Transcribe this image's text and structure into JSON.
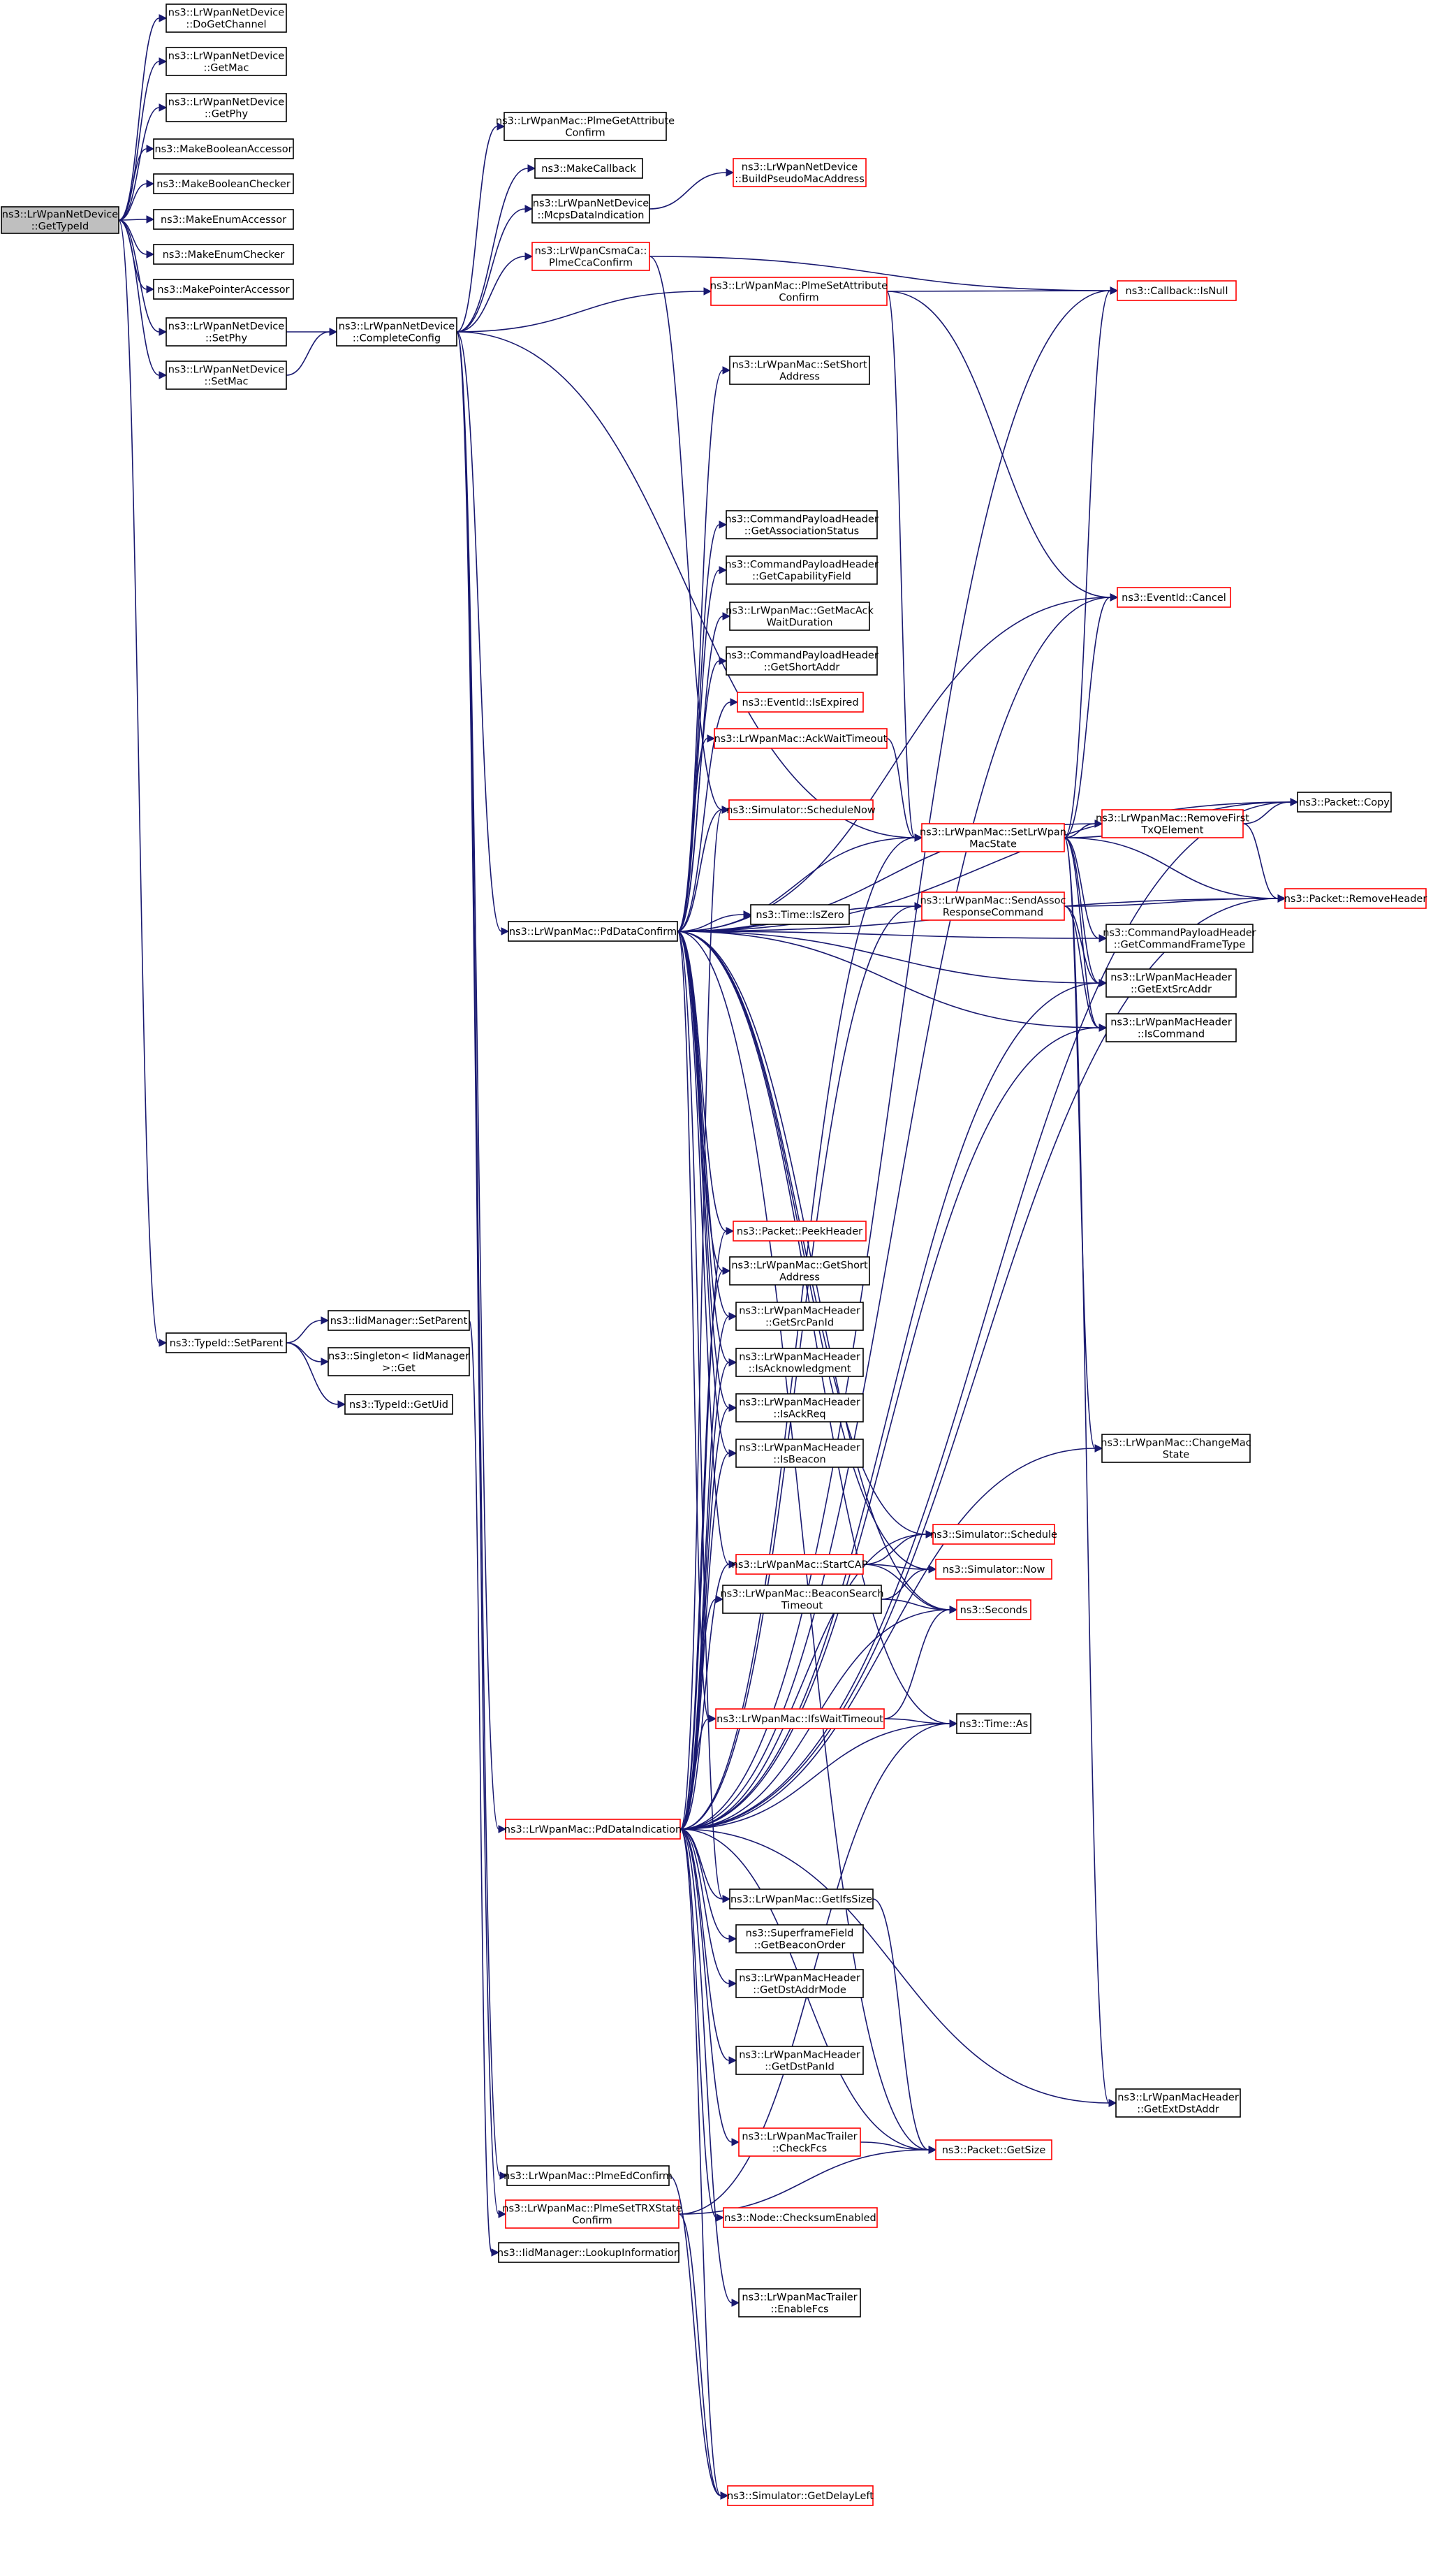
{
  "colors": {
    "edge": "#191970",
    "node_border_normal": "#000000",
    "node_border_truncated": "#ff0000",
    "node_fill": "#ffffff",
    "root_fill": "#bfbfbf"
  },
  "nodes": [
    {
      "id": "root",
      "lines": [
        "ns3::LrWpanNetDevice",
        "::GetTypeId"
      ],
      "style": "root"
    },
    {
      "id": "doGetChannel",
      "lines": [
        "ns3::LrWpanNetDevice",
        "::DoGetChannel"
      ],
      "style": "normal"
    },
    {
      "id": "getMac",
      "lines": [
        "ns3::LrWpanNetDevice",
        "::GetMac"
      ],
      "style": "normal"
    },
    {
      "id": "getPhy",
      "lines": [
        "ns3::LrWpanNetDevice",
        "::GetPhy"
      ],
      "style": "normal"
    },
    {
      "id": "makeBoolAcc",
      "lines": [
        "ns3::MakeBooleanAccessor"
      ],
      "style": "normal"
    },
    {
      "id": "makeBoolChk",
      "lines": [
        "ns3::MakeBooleanChecker"
      ],
      "style": "normal"
    },
    {
      "id": "makeEnumAcc",
      "lines": [
        "ns3::MakeEnumAccessor"
      ],
      "style": "normal"
    },
    {
      "id": "makeEnumChk",
      "lines": [
        "ns3::MakeEnumChecker"
      ],
      "style": "normal"
    },
    {
      "id": "makePtrAcc",
      "lines": [
        "ns3::MakePointerAccessor"
      ],
      "style": "normal"
    },
    {
      "id": "setPhy",
      "lines": [
        "ns3::LrWpanNetDevice",
        "::SetPhy"
      ],
      "style": "normal"
    },
    {
      "id": "setMac",
      "lines": [
        "ns3::LrWpanNetDevice",
        "::SetMac"
      ],
      "style": "normal"
    },
    {
      "id": "typeIdSetParent",
      "lines": [
        "ns3::TypeId::SetParent"
      ],
      "style": "normal"
    },
    {
      "id": "iidSetParent",
      "lines": [
        "ns3::IidManager::SetParent"
      ],
      "style": "normal"
    },
    {
      "id": "singletonGet",
      "lines": [
        "ns3::Singleton< IidManager",
        " >::Get"
      ],
      "style": "normal"
    },
    {
      "id": "typeIdGetUid",
      "lines": [
        "ns3::TypeId::GetUid"
      ],
      "style": "normal"
    },
    {
      "id": "completeConfig",
      "lines": [
        "ns3::LrWpanNetDevice",
        "::CompleteConfig"
      ],
      "style": "normal"
    },
    {
      "id": "plmeGetAttrConfirm",
      "lines": [
        "ns3::LrWpanMac::PlmeGetAttribute",
        "Confirm"
      ],
      "style": "normal"
    },
    {
      "id": "makeCallback",
      "lines": [
        "ns3::MakeCallback"
      ],
      "style": "normal"
    },
    {
      "id": "mcpsDataIndication",
      "lines": [
        "ns3::LrWpanNetDevice",
        "::McpsDataIndication"
      ],
      "style": "normal"
    },
    {
      "id": "buildPseudoMac",
      "lines": [
        "ns3::LrWpanNetDevice",
        "::BuildPseudoMacAddress"
      ],
      "style": "truncated"
    },
    {
      "id": "plmeCcaConfirm",
      "lines": [
        "ns3::LrWpanCsmaCa::",
        "PlmeCcaConfirm"
      ],
      "style": "truncated"
    },
    {
      "id": "plmeSetAttrConfirm",
      "lines": [
        "ns3::LrWpanMac::PlmeSetAttribute",
        "Confirm"
      ],
      "style": "truncated"
    },
    {
      "id": "callbackIsNull",
      "lines": [
        "ns3::Callback::IsNull"
      ],
      "style": "truncated"
    },
    {
      "id": "setShortAddress",
      "lines": [
        "ns3::LrWpanMac::SetShort",
        "Address"
      ],
      "style": "normal"
    },
    {
      "id": "getAssocStatus",
      "lines": [
        "ns3::CommandPayloadHeader",
        "::GetAssociationStatus"
      ],
      "style": "normal"
    },
    {
      "id": "getCapField",
      "lines": [
        "ns3::CommandPayloadHeader",
        "::GetCapabilityField"
      ],
      "style": "normal"
    },
    {
      "id": "getMacAckWait",
      "lines": [
        "ns3::LrWpanMac::GetMacAck",
        "WaitDuration"
      ],
      "style": "normal"
    },
    {
      "id": "getShortAddr",
      "lines": [
        "ns3::CommandPayloadHeader",
        "::GetShortAddr"
      ],
      "style": "normal"
    },
    {
      "id": "eventIsExpired",
      "lines": [
        "ns3::EventId::IsExpired"
      ],
      "style": "truncated"
    },
    {
      "id": "ackWaitTimeout",
      "lines": [
        "ns3::LrWpanMac::AckWaitTimeout"
      ],
      "style": "truncated"
    },
    {
      "id": "scheduleNow",
      "lines": [
        "ns3::Simulator::ScheduleNow"
      ],
      "style": "truncated"
    },
    {
      "id": "timeIsZero",
      "lines": [
        "ns3::Time::IsZero"
      ],
      "style": "normal"
    },
    {
      "id": "eventCancel",
      "lines": [
        "ns3::EventId::Cancel"
      ],
      "style": "truncated"
    },
    {
      "id": "setLrWpanMacState",
      "lines": [
        "ns3::LrWpanMac::SetLrWpan",
        "MacState"
      ],
      "style": "truncated"
    },
    {
      "id": "removeFirstTxQ",
      "lines": [
        "ns3::LrWpanMac::RemoveFirst",
        "TxQElement"
      ],
      "style": "truncated"
    },
    {
      "id": "packetCopy",
      "lines": [
        "ns3::Packet::Copy"
      ],
      "style": "normal"
    },
    {
      "id": "sendAssocResp",
      "lines": [
        "ns3::LrWpanMac::SendAssoc",
        "ResponseCommand"
      ],
      "style": "truncated"
    },
    {
      "id": "removeHeader",
      "lines": [
        "ns3::Packet::RemoveHeader"
      ],
      "style": "truncated"
    },
    {
      "id": "getCmdFrameType",
      "lines": [
        "ns3::CommandPayloadHeader",
        "::GetCommandFrameType"
      ],
      "style": "normal"
    },
    {
      "id": "getExtSrcAddr",
      "lines": [
        "ns3::LrWpanMacHeader",
        "::GetExtSrcAddr"
      ],
      "style": "normal"
    },
    {
      "id": "isCommand",
      "lines": [
        "ns3::LrWpanMacHeader",
        "::IsCommand"
      ],
      "style": "normal"
    },
    {
      "id": "pdDataConfirm",
      "lines": [
        "ns3::LrWpanMac::PdDataConfirm"
      ],
      "style": "normal"
    },
    {
      "id": "peekHeader",
      "lines": [
        "ns3::Packet::PeekHeader"
      ],
      "style": "truncated"
    },
    {
      "id": "macGetShortAddress",
      "lines": [
        "ns3::LrWpanMac::GetShort",
        "Address"
      ],
      "style": "normal"
    },
    {
      "id": "getSrcPanId",
      "lines": [
        "ns3::LrWpanMacHeader",
        "::GetSrcPanId"
      ],
      "style": "normal"
    },
    {
      "id": "isAck",
      "lines": [
        "ns3::LrWpanMacHeader",
        "::IsAcknowledgment"
      ],
      "style": "normal"
    },
    {
      "id": "isAckReq",
      "lines": [
        "ns3::LrWpanMacHeader",
        "::IsAckReq"
      ],
      "style": "normal"
    },
    {
      "id": "isBeacon",
      "lines": [
        "ns3::LrWpanMacHeader",
        "::IsBeacon"
      ],
      "style": "normal"
    },
    {
      "id": "changeMacState",
      "lines": [
        "ns3::LrWpanMac::ChangeMac",
        "State"
      ],
      "style": "normal"
    },
    {
      "id": "simSchedule",
      "lines": [
        "ns3::Simulator::Schedule"
      ],
      "style": "truncated"
    },
    {
      "id": "startCap",
      "lines": [
        "ns3::LrWpanMac::StartCAP"
      ],
      "style": "truncated"
    },
    {
      "id": "simNow",
      "lines": [
        "ns3::Simulator::Now"
      ],
      "style": "truncated"
    },
    {
      "id": "beaconSearchTimeout",
      "lines": [
        "ns3::LrWpanMac::BeaconSearch",
        "Timeout"
      ],
      "style": "normal"
    },
    {
      "id": "seconds",
      "lines": [
        "ns3::Seconds"
      ],
      "style": "truncated"
    },
    {
      "id": "ifsWaitTimeout",
      "lines": [
        "ns3::LrWpanMac::IfsWaitTimeout"
      ],
      "style": "truncated"
    },
    {
      "id": "timeAs",
      "lines": [
        "ns3::Time::As"
      ],
      "style": "normal"
    },
    {
      "id": "pdDataIndication",
      "lines": [
        "ns3::LrWpanMac::PdDataIndication"
      ],
      "style": "truncated"
    },
    {
      "id": "getIfsSize",
      "lines": [
        "ns3::LrWpanMac::GetIfsSize"
      ],
      "style": "normal"
    },
    {
      "id": "getBeaconOrder",
      "lines": [
        "ns3::SuperframeField",
        "::GetBeaconOrder"
      ],
      "style": "normal"
    },
    {
      "id": "getDstAddrMode",
      "lines": [
        "ns3::LrWpanMacHeader",
        "::GetDstAddrMode"
      ],
      "style": "normal"
    },
    {
      "id": "getDstPanId",
      "lines": [
        "ns3::LrWpanMacHeader",
        "::GetDstPanId"
      ],
      "style": "normal"
    },
    {
      "id": "getExtDstAddr",
      "lines": [
        "ns3::LrWpanMacHeader",
        "::GetExtDstAddr"
      ],
      "style": "normal"
    },
    {
      "id": "checkFcs",
      "lines": [
        "ns3::LrWpanMacTrailer",
        "::CheckFcs"
      ],
      "style": "truncated"
    },
    {
      "id": "packetGetSize",
      "lines": [
        "ns3::Packet::GetSize"
      ],
      "style": "truncated"
    },
    {
      "id": "checksumEnabled",
      "lines": [
        "ns3::Node::ChecksumEnabled"
      ],
      "style": "truncated"
    },
    {
      "id": "plmeEdConfirm",
      "lines": [
        "ns3::LrWpanMac::PlmeEdConfirm"
      ],
      "style": "normal"
    },
    {
      "id": "plmeSetTrxConfirm",
      "lines": [
        "ns3::LrWpanMac::PlmeSetTRXState",
        "Confirm"
      ],
      "style": "truncated"
    },
    {
      "id": "lookupInformation",
      "lines": [
        "ns3::IidManager::LookupInformation"
      ],
      "style": "normal"
    },
    {
      "id": "enableFcs",
      "lines": [
        "ns3::LrWpanMacTrailer",
        "::EnableFcs"
      ],
      "style": "normal"
    },
    {
      "id": "getDelayLeft",
      "lines": [
        "ns3::Simulator::GetDelayLeft"
      ],
      "style": "truncated"
    }
  ],
  "edges": [
    [
      "root",
      "doGetChannel"
    ],
    [
      "root",
      "getMac"
    ],
    [
      "root",
      "getPhy"
    ],
    [
      "root",
      "makeBoolAcc"
    ],
    [
      "root",
      "makeBoolChk"
    ],
    [
      "root",
      "makeEnumAcc"
    ],
    [
      "root",
      "makeEnumChk"
    ],
    [
      "root",
      "makePtrAcc"
    ],
    [
      "root",
      "setPhy"
    ],
    [
      "root",
      "setMac"
    ],
    [
      "root",
      "typeIdSetParent"
    ],
    [
      "setPhy",
      "completeConfig"
    ],
    [
      "setMac",
      "completeConfig"
    ],
    [
      "typeIdSetParent",
      "iidSetParent"
    ],
    [
      "typeIdSetParent",
      "singletonGet"
    ],
    [
      "typeIdSetParent",
      "typeIdGetUid"
    ],
    [
      "iidSetParent",
      "lookupInformation"
    ],
    [
      "completeConfig",
      "plmeGetAttrConfirm"
    ],
    [
      "completeConfig",
      "makeCallback"
    ],
    [
      "completeConfig",
      "mcpsDataIndication"
    ],
    [
      "completeConfig",
      "plmeCcaConfirm"
    ],
    [
      "completeConfig",
      "plmeSetAttrConfirm"
    ],
    [
      "completeConfig",
      "pdDataConfirm"
    ],
    [
      "completeConfig",
      "pdDataIndication"
    ],
    [
      "completeConfig",
      "plmeEdConfirm"
    ],
    [
      "completeConfig",
      "plmeSetTrxConfirm"
    ],
    [
      "completeConfig",
      "setLrWpanMacState"
    ],
    [
      "mcpsDataIndication",
      "buildPseudoMac"
    ],
    [
      "plmeCcaConfirm",
      "callbackIsNull"
    ],
    [
      "plmeCcaConfirm",
      "scheduleNow"
    ],
    [
      "plmeSetAttrConfirm",
      "callbackIsNull"
    ],
    [
      "plmeSetAttrConfirm",
      "eventCancel"
    ],
    [
      "plmeSetAttrConfirm",
      "setLrWpanMacState"
    ],
    [
      "ackWaitTimeout",
      "setLrWpanMacState"
    ],
    [
      "setLrWpanMacState",
      "callbackIsNull"
    ],
    [
      "setLrWpanMacState",
      "eventCancel"
    ],
    [
      "setLrWpanMacState",
      "removeFirstTxQ"
    ],
    [
      "setLrWpanMacState",
      "packetCopy"
    ],
    [
      "setLrWpanMacState",
      "removeHeader"
    ],
    [
      "setLrWpanMacState",
      "getCmdFrameType"
    ],
    [
      "setLrWpanMacState",
      "getExtSrcAddr"
    ],
    [
      "setLrWpanMacState",
      "isCommand"
    ],
    [
      "setLrWpanMacState",
      "changeMacState"
    ],
    [
      "setLrWpanMacState",
      "getExtDstAddr"
    ],
    [
      "removeFirstTxQ",
      "packetCopy"
    ],
    [
      "removeFirstTxQ",
      "removeHeader"
    ],
    [
      "sendAssocResp",
      "removeHeader"
    ],
    [
      "sendAssocResp",
      "getExtSrcAddr"
    ],
    [
      "sendAssocResp",
      "isCommand"
    ],
    [
      "pdDataConfirm",
      "setShortAddress"
    ],
    [
      "pdDataConfirm",
      "getAssocStatus"
    ],
    [
      "pdDataConfirm",
      "getCapField"
    ],
    [
      "pdDataConfirm",
      "getMacAckWait"
    ],
    [
      "pdDataConfirm",
      "getShortAddr"
    ],
    [
      "pdDataConfirm",
      "eventIsExpired"
    ],
    [
      "pdDataConfirm",
      "ackWaitTimeout"
    ],
    [
      "pdDataConfirm",
      "scheduleNow"
    ],
    [
      "pdDataConfirm",
      "timeIsZero"
    ],
    [
      "pdDataConfirm",
      "eventCancel"
    ],
    [
      "pdDataConfirm",
      "setLrWpanMacState"
    ],
    [
      "pdDataConfirm",
      "removeFirstTxQ"
    ],
    [
      "pdDataConfirm",
      "packetCopy"
    ],
    [
      "pdDataConfirm",
      "sendAssocResp"
    ],
    [
      "pdDataConfirm",
      "removeHeader"
    ],
    [
      "pdDataConfirm",
      "getCmdFrameType"
    ],
    [
      "pdDataConfirm",
      "getExtSrcAddr"
    ],
    [
      "pdDataConfirm",
      "isCommand"
    ],
    [
      "pdDataConfirm",
      "peekHeader"
    ],
    [
      "pdDataConfirm",
      "macGetShortAddress"
    ],
    [
      "pdDataConfirm",
      "getSrcPanId"
    ],
    [
      "pdDataConfirm",
      "isAck"
    ],
    [
      "pdDataConfirm",
      "isAckReq"
    ],
    [
      "pdDataConfirm",
      "isBeacon"
    ],
    [
      "pdDataConfirm",
      "simSchedule"
    ],
    [
      "pdDataConfirm",
      "startCap"
    ],
    [
      "pdDataConfirm",
      "simNow"
    ],
    [
      "pdDataConfirm",
      "seconds"
    ],
    [
      "pdDataConfirm",
      "ifsWaitTimeout"
    ],
    [
      "pdDataConfirm",
      "getIfsSize"
    ],
    [
      "pdDataConfirm",
      "timeAs"
    ],
    [
      "pdDataConfirm",
      "packetGetSize"
    ],
    [
      "startCap",
      "simSchedule"
    ],
    [
      "startCap",
      "simNow"
    ],
    [
      "startCap",
      "seconds"
    ],
    [
      "beaconSearchTimeout",
      "seconds"
    ],
    [
      "beaconSearchTimeout",
      "simNow"
    ],
    [
      "ifsWaitTimeout",
      "seconds"
    ],
    [
      "ifsWaitTimeout",
      "timeAs"
    ],
    [
      "pdDataIndication",
      "scheduleNow"
    ],
    [
      "pdDataIndication",
      "peekHeader"
    ],
    [
      "pdDataIndication",
      "macGetShortAddress"
    ],
    [
      "pdDataIndication",
      "getSrcPanId"
    ],
    [
      "pdDataIndication",
      "isAck"
    ],
    [
      "pdDataIndication",
      "isAckReq"
    ],
    [
      "pdDataIndication",
      "isBeacon"
    ],
    [
      "pdDataIndication",
      "simSchedule"
    ],
    [
      "pdDataIndication",
      "startCap"
    ],
    [
      "pdDataIndication",
      "beaconSearchTimeout"
    ],
    [
      "pdDataIndication",
      "seconds"
    ],
    [
      "pdDataIndication",
      "ifsWaitTimeout"
    ],
    [
      "pdDataIndication",
      "timeAs"
    ],
    [
      "pdDataIndication",
      "getIfsSize"
    ],
    [
      "pdDataIndication",
      "getBeaconOrder"
    ],
    [
      "pdDataIndication",
      "getDstAddrMode"
    ],
    [
      "pdDataIndication",
      "getDstPanId"
    ],
    [
      "pdDataIndication",
      "checkFcs"
    ],
    [
      "pdDataIndication",
      "packetGetSize"
    ],
    [
      "pdDataIndication",
      "checksumEnabled"
    ],
    [
      "pdDataIndication",
      "enableFcs"
    ],
    [
      "pdDataIndication",
      "getDelayLeft"
    ],
    [
      "pdDataIndication",
      "setLrWpanMacState"
    ],
    [
      "pdDataIndication",
      "sendAssocResp"
    ],
    [
      "pdDataIndication",
      "eventCancel"
    ],
    [
      "pdDataIndication",
      "packetCopy"
    ],
    [
      "pdDataIndication",
      "getExtSrcAddr"
    ],
    [
      "pdDataIndication",
      "isCommand"
    ],
    [
      "pdDataIndication",
      "changeMacState"
    ],
    [
      "pdDataIndication",
      "getExtDstAddr"
    ],
    [
      "pdDataIndication",
      "callbackIsNull"
    ],
    [
      "pdDataIndication",
      "removeHeader"
    ],
    [
      "checkFcs",
      "packetGetSize"
    ],
    [
      "getIfsSize",
      "packetGetSize"
    ],
    [
      "plmeEdConfirm",
      "getDelayLeft"
    ],
    [
      "plmeSetTrxConfirm",
      "getDelayLeft"
    ],
    [
      "plmeSetTrxConfirm",
      "packetGetSize"
    ],
    [
      "plmeSetTrxConfirm",
      "timeAs"
    ]
  ]
}
